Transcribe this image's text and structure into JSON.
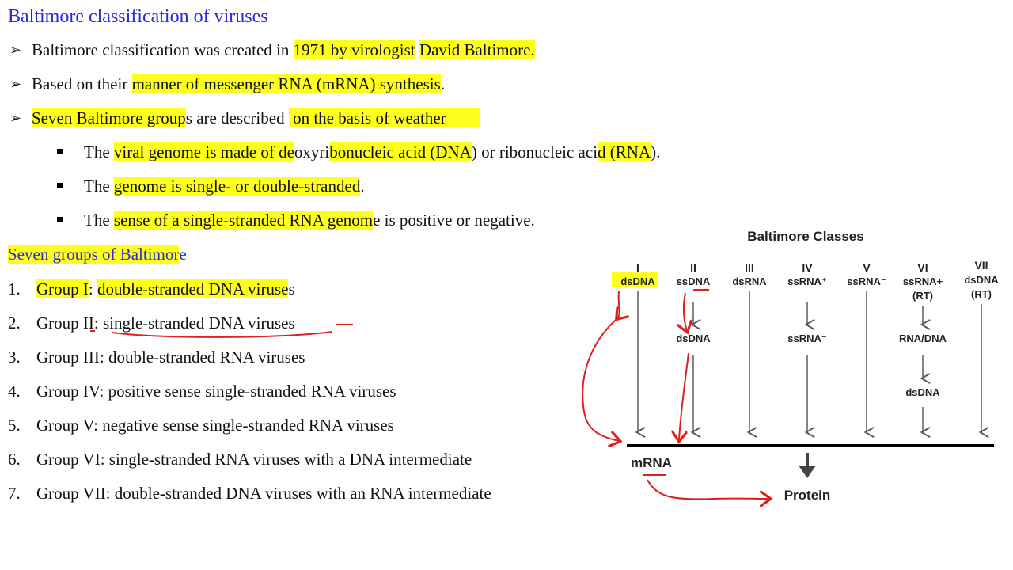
{
  "title": "Baltimore classification of viruses",
  "bullets": [
    {
      "pre": "Baltimore classification was created in ",
      "hl1": "1971 by virologist",
      "mid": " ",
      "hl2": "David Baltimore.",
      "post": ""
    },
    {
      "pre": "Based on their ",
      "hl1": "manner of messenger RNA (mRNA) synthesis",
      "mid": "",
      "hl2": "",
      "post": "."
    },
    {
      "pre": "",
      "hl1": "Seven Baltimore group",
      "mid": "s are described ",
      "hl2": " on the basis of weather        ",
      "post": ""
    }
  ],
  "sub_bullets": [
    {
      "pre": "The ",
      "hl1": "viral genome is made of de",
      "mid": "oxyri",
      "hl2": "bonucleic acid (DNA",
      "post": ") or ribonucleic aci",
      "hl3": "d (RNA",
      "end": ")."
    },
    {
      "pre": "The ",
      "hl1": "genome is single- or double-stranded",
      "mid": "",
      "hl2": "",
      "post": ".",
      "hl3": "",
      "end": ""
    },
    {
      "pre": "The ",
      "hl1": "sense of a single-stranded RNA genom",
      "mid": "",
      "hl2": "",
      "post": "e is positive or negative.",
      "hl3": "",
      "end": ""
    }
  ],
  "groups_title": {
    "hl": "Seven groups of Baltimor",
    "rest": "e"
  },
  "groups": [
    {
      "num": "1.",
      "text_pre": "",
      "hl1": "Group I",
      "mid": ": ",
      "hl2": "double-stranded DNA viruse",
      "post": "s"
    },
    {
      "num": "2.",
      "text_pre": "Group II: single-stranded DNA viruses",
      "hl1": "",
      "mid": "",
      "hl2": "",
      "post": ""
    },
    {
      "num": "3.",
      "text_pre": "Group III: double-stranded RNA viruses",
      "hl1": "",
      "mid": "",
      "hl2": "",
      "post": ""
    },
    {
      "num": "4.",
      "text_pre": "Group IV: positive sense single-stranded RNA viruses",
      "hl1": "",
      "mid": "",
      "hl2": "",
      "post": ""
    },
    {
      "num": "5.",
      "text_pre": "Group V: negative sense single-stranded RNA viruses",
      "hl1": "",
      "mid": "",
      "hl2": "",
      "post": ""
    },
    {
      "num": "6.",
      "text_pre": "Group VI: single-stranded RNA viruses with a DNA intermediate",
      "hl1": "",
      "mid": "",
      "hl2": "",
      "post": ""
    },
    {
      "num": "7.",
      "text_pre": "Group VII: double-stranded DNA viruses with an RNA intermediate",
      "hl1": "",
      "mid": "",
      "hl2": "",
      "post": ""
    }
  ],
  "diagram": {
    "title": "Baltimore Classes",
    "classes": [
      {
        "roman": "I",
        "genome": "dsDNA",
        "genome2": ""
      },
      {
        "roman": "II",
        "genome": "ssDNA",
        "genome2": ""
      },
      {
        "roman": "III",
        "genome": "dsRNA",
        "genome2": ""
      },
      {
        "roman": "IV",
        "genome": "ssRNA⁺",
        "genome2": ""
      },
      {
        "roman": "V",
        "genome": "ssRNA⁻",
        "genome2": ""
      },
      {
        "roman": "VI",
        "genome": "ssRNA+",
        "genome2": "(RT)"
      },
      {
        "roman": "VII",
        "genome": "dsDNA",
        "genome2": "(RT)"
      }
    ],
    "intermediates": {
      "ii": "dsDNA",
      "iv": "ssRNA⁻",
      "vi_1": "RNA/DNA",
      "vi_2": "dsDNA"
    },
    "mrna_label": "mRNA",
    "protein_label": "Protein"
  },
  "colors": {
    "title": "#2b2bd6",
    "highlight": "#ffff1e",
    "annotation": "#e02020"
  }
}
